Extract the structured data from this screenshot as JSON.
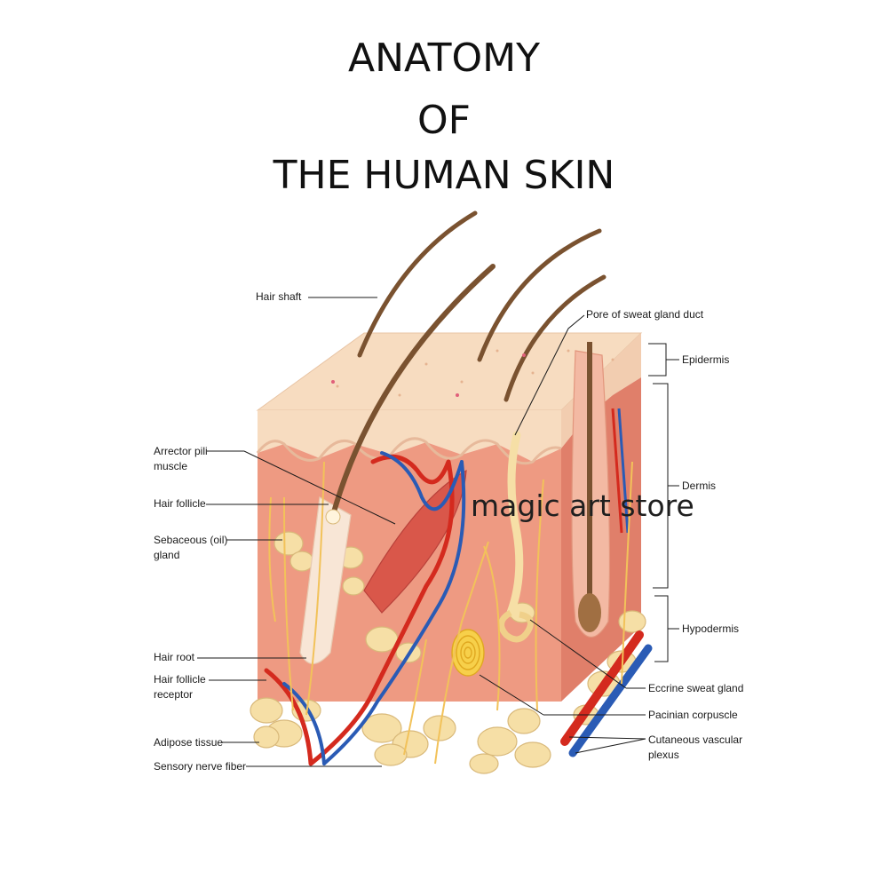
{
  "title_lines": [
    "ANATOMY",
    "OF",
    "THE HUMAN SKIN"
  ],
  "watermark": "magic art store",
  "labels_left": {
    "hair_shaft": "Hair shaft",
    "arrector_pili_1": "Arrector pili",
    "arrector_pili_2": "muscle",
    "hair_follicle": "Hair follicle",
    "sebaceous_1": "Sebaceous (oil)",
    "sebaceous_2": "gland",
    "hair_root": "Hair root",
    "hair_follicle_receptor_1": "Hair follicle",
    "hair_follicle_receptor_2": "receptor",
    "adipose_tissue": "Adipose tissue",
    "sensory_nerve_fiber": "Sensory nerve fiber"
  },
  "labels_right": {
    "pore": "Pore of sweat gland duct",
    "epidermis": "Epidermis",
    "dermis": "Dermis",
    "hypodermis": "Hypodermis",
    "eccrine": "Eccrine sweat gland",
    "pacinian": "Pacinian corpuscle",
    "vascular_1": "Cutaneous vascular",
    "vascular_2": "plexus"
  },
  "colors": {
    "epidermis": "#f7dcc0",
    "dermis_front": "#ee9a82",
    "dermis_side": "#e07f6a",
    "fat": "#f6dfa6",
    "hair": "#7a5230",
    "artery": "#d42a1e",
    "vein": "#2a5bb5",
    "nerve": "#f2c25a",
    "muscle": "#d9574a"
  }
}
